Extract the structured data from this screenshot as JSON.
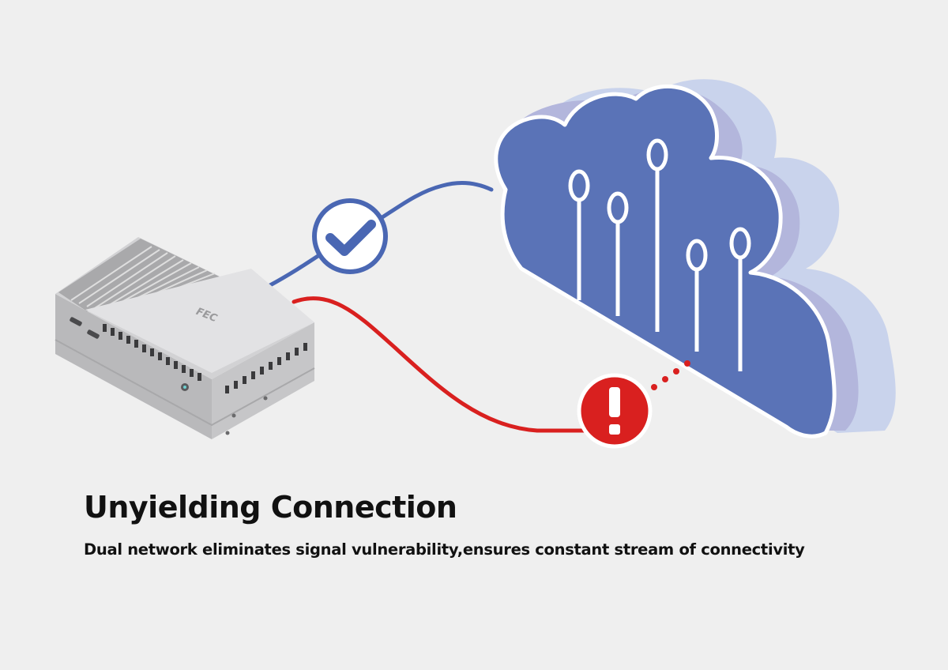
{
  "headline": "Unyielding Connection",
  "subheadline": "Dual network eliminates signal vulnerability,ensures constant stream of connectivity",
  "device": {
    "logo": "FEC",
    "icon": "mini-pc-icon"
  },
  "connections": {
    "primary": {
      "status": "connected",
      "icon": "checkmark-icon",
      "color": "#4a67b3"
    },
    "backup": {
      "status": "failed",
      "icon": "exclamation-icon",
      "color": "#d9201f"
    }
  },
  "cloud": {
    "icon": "cloud-network-icon",
    "front_color": "#5a73b7",
    "back_color": "#c9d3ec",
    "mid_color": "#b3b6dc"
  },
  "colors": {
    "background": "#efefef",
    "text": "#111111"
  }
}
